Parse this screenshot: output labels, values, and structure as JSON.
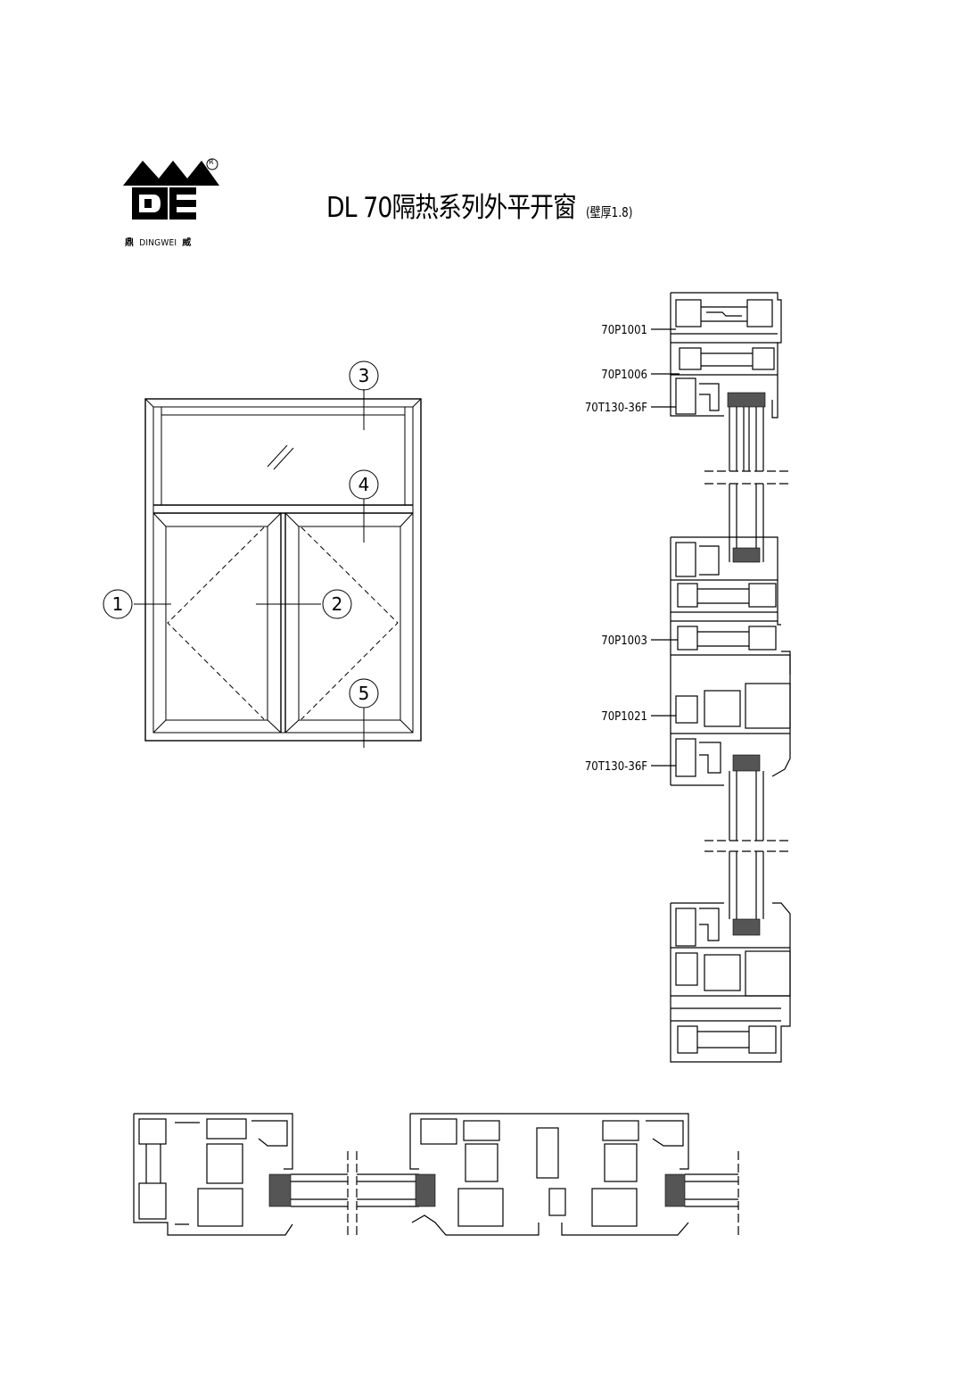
{
  "logo": {
    "mark": "DE",
    "registered": "R",
    "caption_left": "鼎",
    "caption_brand": "DINGWEI",
    "caption_right": "威"
  },
  "title": {
    "main": "DL 70隔热系列外平开窗",
    "sub": "(壁厚1.8)"
  },
  "elevation_callouts": [
    "1",
    "2",
    "3",
    "4",
    "5"
  ],
  "section_labels": {
    "top_frame": "70P1001",
    "top_mullion": "70P1006",
    "top_bead": "70T130-36F",
    "mid_transom": "70P1003",
    "mid_sash": "70P1021",
    "mid_bead": "70T130-36F"
  }
}
